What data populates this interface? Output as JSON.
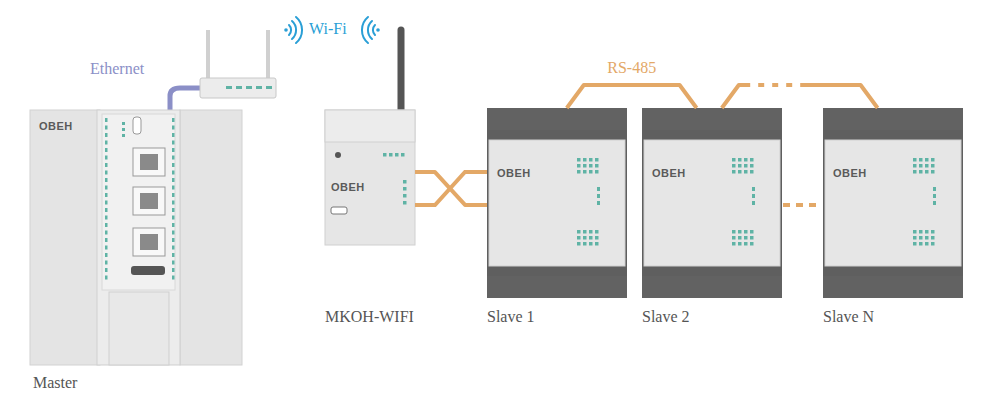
{
  "diagram": {
    "nodes": [
      {
        "text": [
          "Master"
        ]
      },
      {
        "text": [
          "MKOH-WIFI"
        ]
      },
      {
        "text": [
          "Slave 1"
        ]
      },
      {
        "text": [
          "Slave 2"
        ]
      },
      {
        "text": [
          "Slave N"
        ]
      }
    ],
    "edges": [
      {
        "from": 1,
        "to": 2,
        "arrow": "none"
      },
      {
        "from": 2,
        "to": 3,
        "arrow": "none",
        "label": "RS-485"
      },
      {
        "from": 3,
        "to": 4,
        "arrow": "none"
      }
    ],
    "labels": [
      "Ethernet",
      "Wi-Fi",
      "ОВЕН",
      "ОВЕН",
      "ОВЕН",
      "ОВЕН",
      "ОВЕН"
    ]
  }
}
